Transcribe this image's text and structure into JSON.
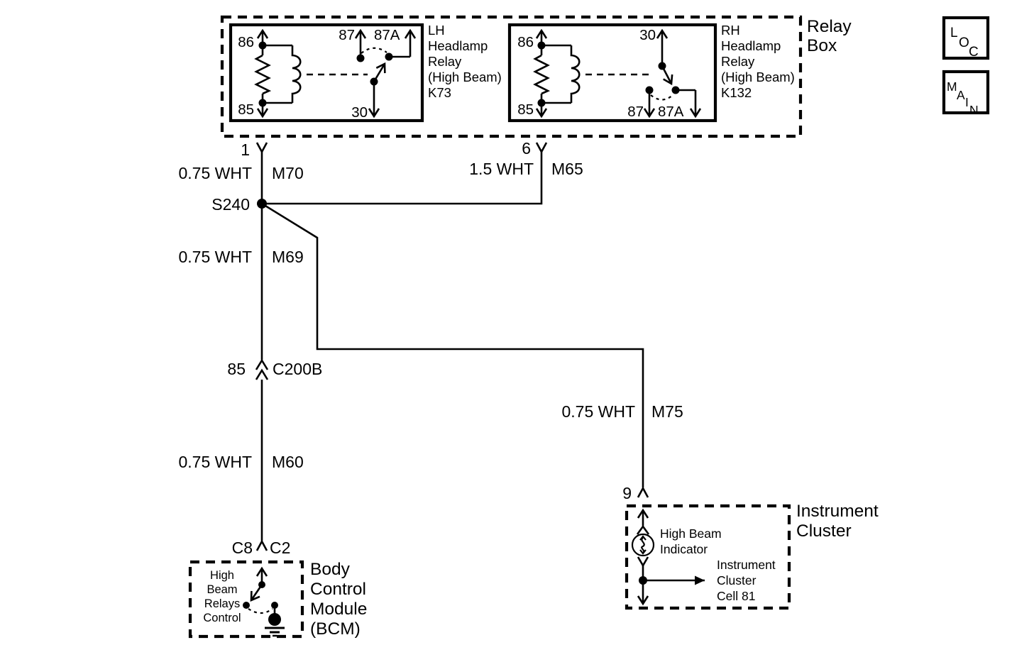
{
  "relay_box": {
    "label_lines": [
      "Relay",
      "Box"
    ],
    "lh_relay": {
      "name_lines": [
        "LH",
        "Headlamp",
        "Relay",
        "(High Beam)",
        "K73"
      ],
      "pins": {
        "p86": "86",
        "p85": "85",
        "p87": "87",
        "p87a": "87A",
        "p30": "30"
      }
    },
    "rh_relay": {
      "name_lines": [
        "RH",
        "Headlamp",
        "Relay",
        "(High Beam)",
        "K132"
      ],
      "pins": {
        "p86": "86",
        "p85": "85",
        "p30": "30",
        "p87": "87",
        "p87a": "87A"
      }
    }
  },
  "corner_tags": {
    "loc": [
      "L",
      "O",
      "C"
    ],
    "main": [
      "M",
      "A",
      "I",
      "N"
    ]
  },
  "wires": {
    "m70": {
      "pin": "1",
      "gauge": "0.75 WHT",
      "circuit": "M70"
    },
    "m65": {
      "pin": "6",
      "gauge": "1.5 WHT",
      "circuit": "M65"
    },
    "m69": {
      "gauge": "0.75 WHT",
      "circuit": "M69"
    },
    "m60": {
      "gauge": "0.75 WHT",
      "circuit": "M60"
    },
    "m75": {
      "gauge": "0.75 WHT",
      "circuit": "M75"
    }
  },
  "splice": {
    "label": "S240"
  },
  "connector_c200b": {
    "pin": "85",
    "label": "C200B"
  },
  "bcm": {
    "pin_left": "C8",
    "pin_right": "C2",
    "function_lines": [
      "High",
      "Beam",
      "Relays",
      "Control"
    ],
    "label_lines": [
      "Body",
      "Control",
      "Module",
      "(BCM)"
    ]
  },
  "instrument_cluster": {
    "pin": "9",
    "label_lines": [
      "Instrument",
      "Cluster"
    ],
    "indicator_lines": [
      "High Beam",
      "Indicator"
    ],
    "reference_lines": [
      "Instrument",
      "Cluster",
      "Cell 81"
    ]
  }
}
